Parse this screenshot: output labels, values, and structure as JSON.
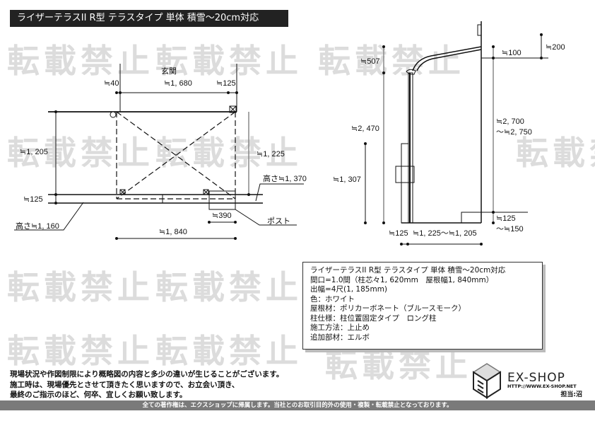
{
  "title": "ライザーテラスII R型 テラスタイプ 単体 積雪～20cm対応",
  "watermark": "転載禁止",
  "plan": {
    "entrance": "玄関",
    "dim_40": "≒40",
    "dim_1680": "≒1, 680",
    "dim_125_top": "≒125",
    "dim_1205": "≒1, 205",
    "dim_1225": "≒1, 225",
    "dim_125_left": "≒125",
    "height_1370": "高さ≒1, 370",
    "height_1160": "高さ≒1, 160",
    "dim_390": "≒390",
    "post": "ポスト",
    "dim_1840": "≒1, 840"
  },
  "section": {
    "dim_507": "≒507",
    "dim_2470": "≒2, 470",
    "dim_1307": "≒1, 307",
    "dim_100": "≒100",
    "dim_200": "≒200",
    "dim_2700": "≒2, 700",
    "dim_2750": "～≒2, 750",
    "dim_125_step": "≒125",
    "dim_150_step": "～≒150",
    "dim_125_bottom": "≒125",
    "dim_1225_1205": "≒1, 225～≒1, 205"
  },
  "spec": [
    "ライザーテラスII R型 テラスタイプ 単体 積雪～20cm対応",
    "間口=1.0間（柱芯々1, 620mm　屋根幅1, 840mm）",
    "出幅=4尺(1, 185mm)",
    "色：ホワイト",
    "屋根材：ポリカーボネート（ブルースモーク）",
    "柱仕様：柱位置固定タイプ　ロング柱",
    "施工方法：上止め",
    "追加部材：エルボ"
  ],
  "notes": [
    "現場状況や作図制限により概略図の内容と多少の違いが生じることがございます。",
    "施工時は、現場優先とさせて頂きたく思いますので、お立会い頂き、",
    "最終のご指示のほど、何卒、宜しくお願い致します。"
  ],
  "logo": {
    "name": "EX-SHOP",
    "url": "HTTP://WWW.EX-SHOP.NET",
    "staff": "担当:沼"
  },
  "footer": "全ての著作権は、エクスショップに帰属します。当社とのお取引目的外の使用・複製・転載禁止となっております。"
}
